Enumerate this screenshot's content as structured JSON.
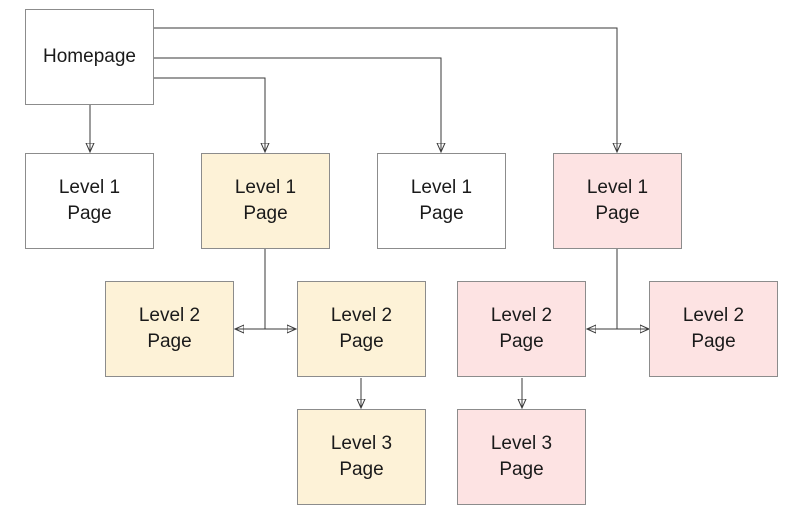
{
  "colors": {
    "white": "#ffffff",
    "yellow": "#fdf2d7",
    "pink": "#fde3e3",
    "line": "#3a3a3a",
    "border": "#8c8c8c"
  },
  "nodes": {
    "homepage": {
      "label": "Homepage",
      "fill": "white"
    },
    "l1_a": {
      "label": "Level 1\nPage",
      "fill": "white"
    },
    "l1_b": {
      "label": "Level 1\nPage",
      "fill": "yellow"
    },
    "l1_c": {
      "label": "Level 1\nPage",
      "fill": "white"
    },
    "l1_d": {
      "label": "Level 1\nPage",
      "fill": "pink"
    },
    "l2_a": {
      "label": "Level 2\nPage",
      "fill": "yellow"
    },
    "l2_b": {
      "label": "Level 2\nPage",
      "fill": "yellow"
    },
    "l2_c": {
      "label": "Level 2\nPage",
      "fill": "pink"
    },
    "l2_d": {
      "label": "Level 2\nPage",
      "fill": "pink"
    },
    "l3_a": {
      "label": "Level 3\nPage",
      "fill": "yellow"
    },
    "l3_b": {
      "label": "Level 3\nPage",
      "fill": "pink"
    }
  },
  "edges": [
    {
      "from": "homepage",
      "to": "l1_a"
    },
    {
      "from": "homepage",
      "to": "l1_b"
    },
    {
      "from": "homepage",
      "to": "l1_c"
    },
    {
      "from": "homepage",
      "to": "l1_d"
    },
    {
      "from": "l1_b",
      "to": "l2_a"
    },
    {
      "from": "l1_b",
      "to": "l2_b"
    },
    {
      "from": "l1_d",
      "to": "l2_c"
    },
    {
      "from": "l1_d",
      "to": "l2_d"
    },
    {
      "from": "l2_b",
      "to": "l3_a"
    },
    {
      "from": "l2_c",
      "to": "l3_b"
    }
  ]
}
